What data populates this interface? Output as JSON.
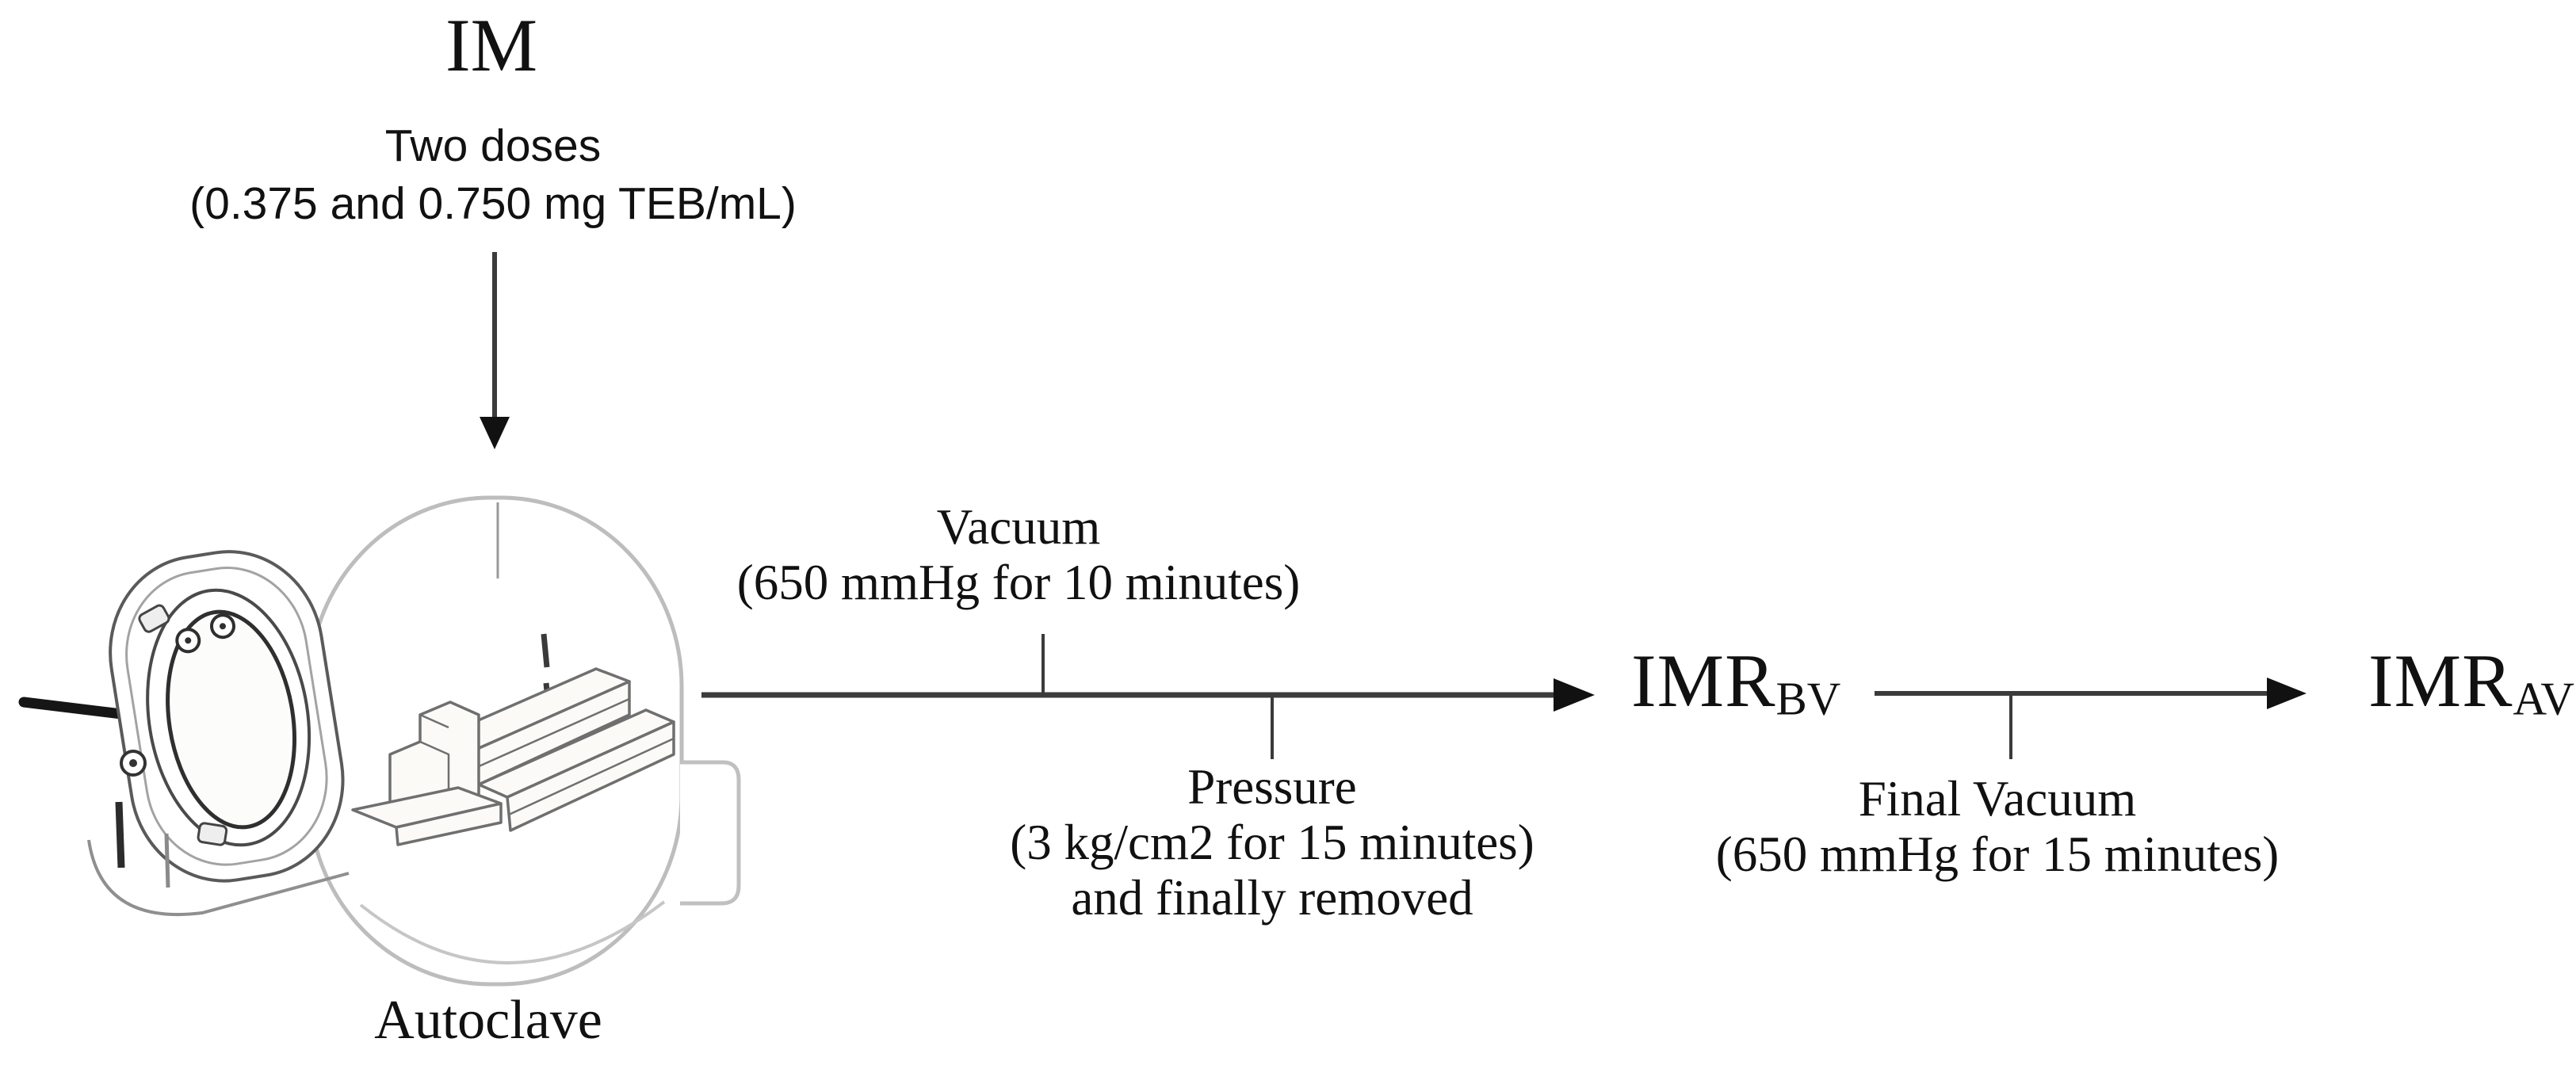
{
  "figure": {
    "background": "#ffffff",
    "colors": {
      "text": "#111111",
      "arrow": "#3b3b3b",
      "tick": "#4a4a4a",
      "sketch_light": "#bdbdbd",
      "sketch_mid": "#8f8f8f",
      "sketch_dark": "#4a4a4a",
      "handle": "#161616"
    },
    "input_node": {
      "label": "IM"
    },
    "dose_note": {
      "line1": "Two doses",
      "line2": "(0.375 and 0.750 mg TEB/mL)"
    },
    "equipment_label": "Autoclave",
    "stage1": {
      "above": {
        "line1": "Vacuum",
        "line2": "(650 mmHg for 10 minutes)"
      },
      "below": {
        "line1": "Pressure",
        "line2": "(3 kg/cm2 for 15 minutes)",
        "line3": "and finally removed"
      }
    },
    "intermediate_node": {
      "base": "IMR",
      "subscript": "BV"
    },
    "stage2": {
      "below": {
        "line1": "Final Vacuum",
        "line2": "(650 mmHg for 15 minutes)"
      }
    },
    "output_node": {
      "base": "IMR",
      "subscript": "AV"
    }
  }
}
